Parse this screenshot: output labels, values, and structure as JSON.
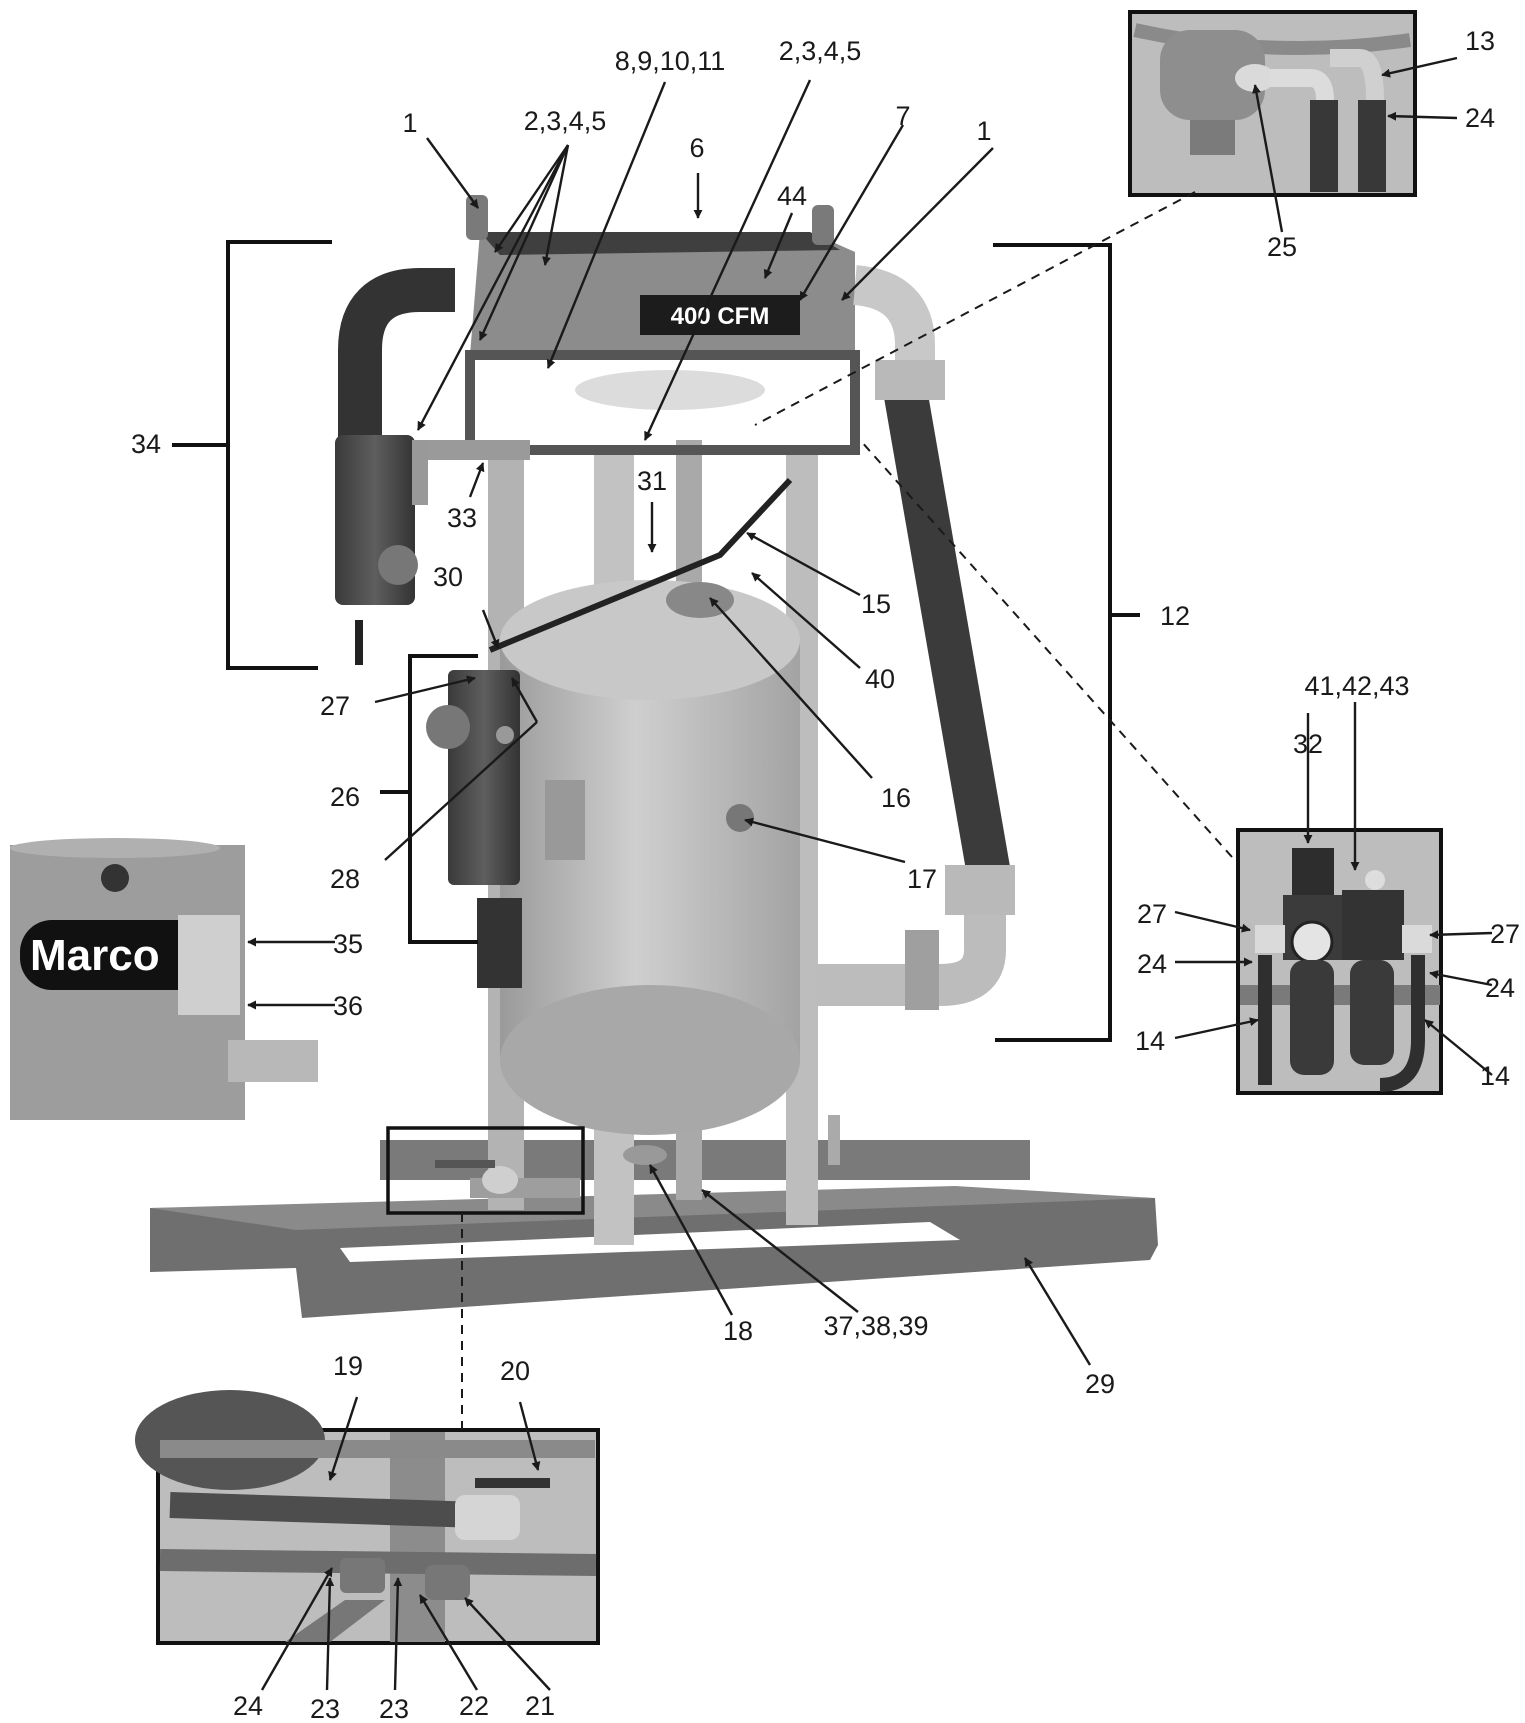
{
  "placard_text": "400 CFM",
  "brand_text": "Marco",
  "callouts": [
    "1",
    "1",
    "2,3,4,5",
    "2,3,4,5",
    "8,9,10,11",
    "6",
    "7",
    "44",
    "13",
    "24",
    "25",
    "34",
    "33",
    "31",
    "30",
    "15",
    "40",
    "12",
    "27",
    "26",
    "28",
    "16",
    "17",
    "41,42,43",
    "32",
    "27",
    "27",
    "24",
    "24",
    "14",
    "14",
    "35",
    "36",
    "18",
    "37,38,39",
    "29",
    "19",
    "20",
    "24",
    "23",
    "23",
    "22",
    "21"
  ]
}
